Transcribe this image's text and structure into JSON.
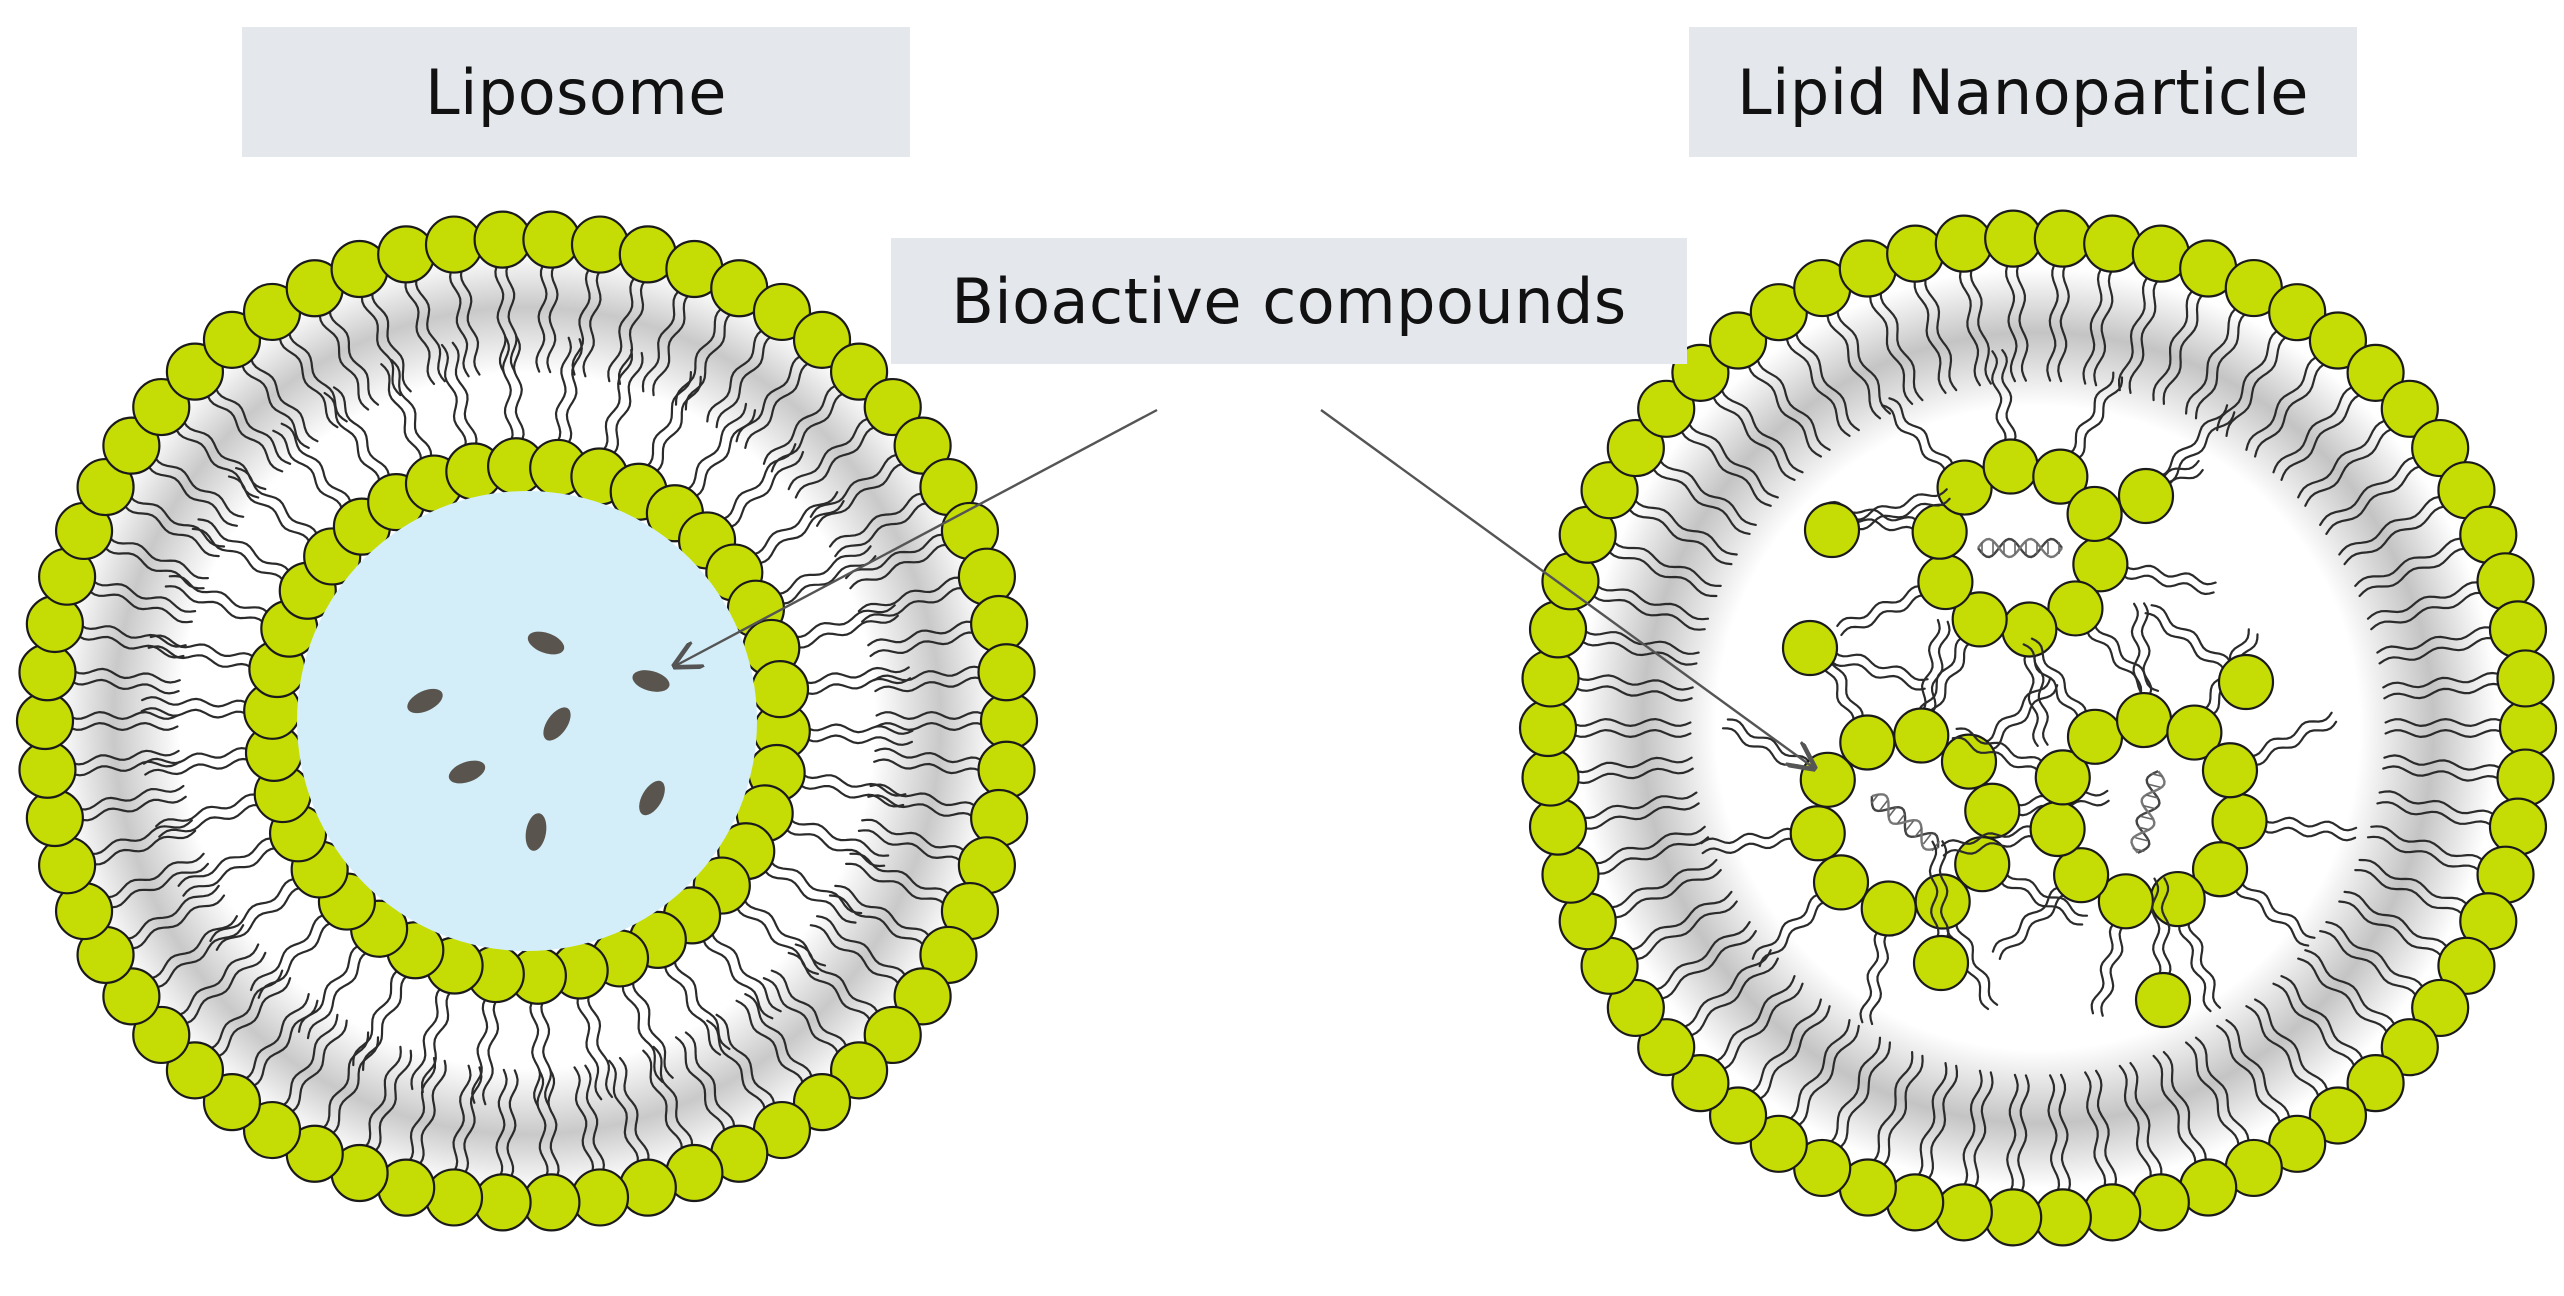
{
  "labels": {
    "liposome": "Liposome",
    "lipid_nanoparticle": "Lipid Nanoparticle",
    "bioactive_compounds": "Bioactive compounds"
  },
  "colors": {
    "head": "#c5dc05",
    "head_outline": "#1a1a1a",
    "tail": "#2b2b2b",
    "core_fill": "#d3eef8",
    "cargo": "#5a544f",
    "halo": "#9a9a9a",
    "label_bg": "#e4e7ec",
    "arrow": "#555555"
  },
  "icons": {
    "cargo_dots": "ellipse-molecule-icon",
    "nucleic_acid": "dna-helix-icon",
    "arrow": "pointer-arrow-icon"
  }
}
